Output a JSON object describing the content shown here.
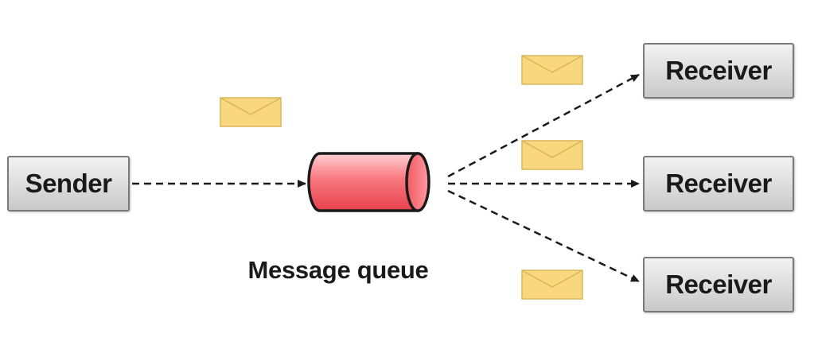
{
  "sender": {
    "label": "Sender"
  },
  "queue": {
    "label": "Message queue",
    "fill_color": "#f25a63",
    "highlight_color": "#ffd0d3"
  },
  "receivers": [
    {
      "label": "Receiver"
    },
    {
      "label": "Receiver"
    },
    {
      "label": "Receiver"
    }
  ],
  "envelopes": {
    "count_shown": 4,
    "icon": "envelope-icon",
    "fill_color": "#f9d77e"
  }
}
